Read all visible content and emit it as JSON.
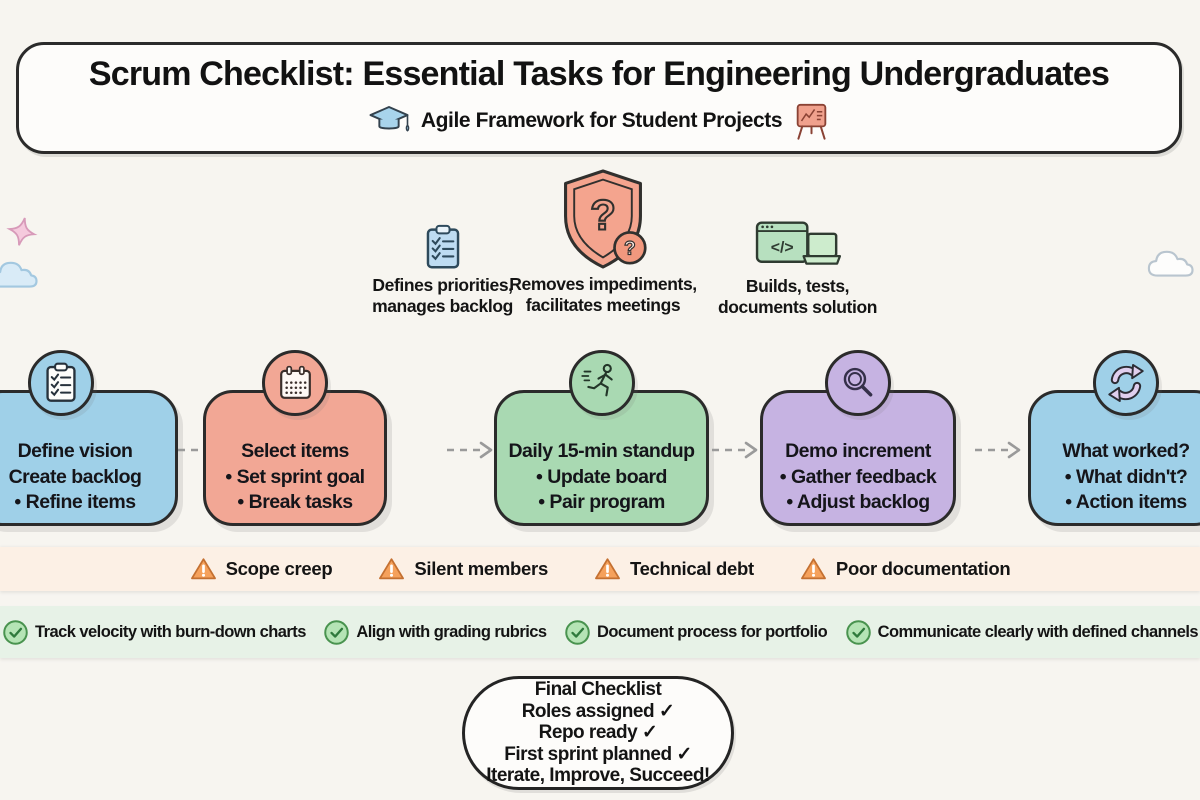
{
  "header": {
    "title": "Scrum Checklist: Essential Tasks for Engineering Undergraduates",
    "subtitle": "Agile Framework for Student Projects",
    "left_icon": "graduation-cap-icon",
    "right_icon": "presentation-board-icon"
  },
  "roles": [
    {
      "icon": "clipboard-checklist-icon",
      "line1": "Defines priorities,",
      "line2": "manages backlog"
    },
    {
      "icon": "shield-question-icon",
      "line1": "Removes impediments,",
      "line2": "facilitates meetings"
    },
    {
      "icon": "code-laptop-icon",
      "line1": "Builds, tests,",
      "line2": "documents solution"
    }
  ],
  "steps": [
    {
      "icon": "clipboard-icon",
      "color": "#9fd0e8",
      "line1": "Define vision",
      "line2": "Create backlog",
      "line3": "• Refine items"
    },
    {
      "icon": "calendar-icon",
      "color": "#f2a795",
      "line1": "Select items",
      "line2": "• Set sprint goal",
      "line3": "• Break tasks"
    },
    {
      "icon": "runner-icon",
      "color": "#a9d9b2",
      "line1": "Daily 15-min standup",
      "line2": "• Update board",
      "line3": "• Pair program"
    },
    {
      "icon": "magnifier-icon",
      "color": "#c6b3e2",
      "line1": "Demo increment",
      "line2": "• Gather feedback",
      "line3": "• Adjust backlog"
    },
    {
      "icon": "refresh-icon",
      "color": "#9fd0e8",
      "line1": "What worked?",
      "line2": "• What didn't?",
      "line3": "• Action items"
    }
  ],
  "pitfalls": {
    "icon": "warning-triangle-icon",
    "items": [
      "Scope creep",
      "Silent members",
      "Technical debt",
      "Poor documentation"
    ]
  },
  "practices": {
    "icon": "check-circle-icon",
    "items": [
      "Track velocity with burn-down charts",
      "Align with grading rubrics",
      "Document process for portfolio",
      "Communicate clearly with defined channels"
    ]
  },
  "final_checklist": {
    "line1": "Final Checklist",
    "line2": "Roles assigned ✓",
    "line3": "Repo ready ✓",
    "line4": "First sprint planned ✓",
    "line5": "Iterate, Improve, Succeed!"
  },
  "icons": {
    "graduation_cap": "graduation cap",
    "presentation_board": "easel with line chart",
    "clipboard_checklist": "clipboard with checkmarks",
    "shield_question": "shield with question marks",
    "code_laptop": "code window and laptop",
    "calendar": "calendar grid",
    "runner": "running figure",
    "magnifier": "magnifying glass",
    "refresh": "cycle arrows",
    "warning": "warning triangle",
    "check": "check circle",
    "sparkle": "four-point sparkle",
    "cloud": "cloud"
  },
  "colors": {
    "background": "#f7f5f0",
    "step_blue": "#9fd0e8",
    "step_salmon": "#f2a795",
    "step_green": "#a9d9b2",
    "step_purple": "#c6b3e2",
    "pitfall_band": "#fcf0e5",
    "practice_band": "#e7f2e7",
    "warning_orange": "#f5a15c",
    "check_green": "#b5e4b5",
    "ink": "#1c1c1c"
  }
}
